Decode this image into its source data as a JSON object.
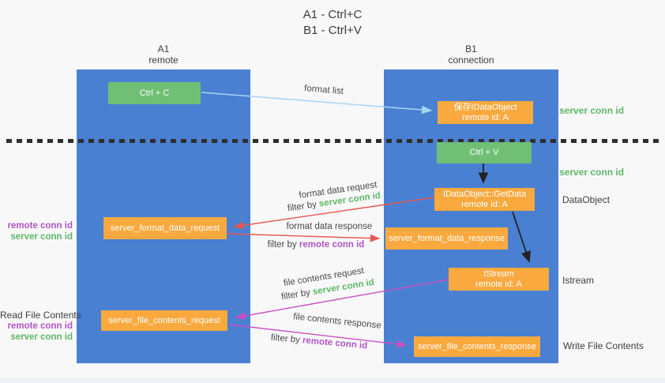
{
  "title": {
    "line1": "A1 - Ctrl+C",
    "line2": "B1 - Ctrl+V"
  },
  "lanes": {
    "left": {
      "title": "A1",
      "subtitle": "remote"
    },
    "right": {
      "title": "B1",
      "subtitle": "connection"
    }
  },
  "nodes": {
    "ctrl_c": {
      "label": "Ctrl + C"
    },
    "save_idataobject": {
      "line1": "保存IDataObject",
      "line2": "remote id: A"
    },
    "ctrl_v": {
      "label": "Ctrl + V"
    },
    "getdata": {
      "line1": "IDataObject::GetData",
      "line2": "remote id: A"
    },
    "format_request": {
      "label": "server_format_data_request"
    },
    "format_response": {
      "label": "server_format_data_response"
    },
    "istream": {
      "line1": "IStream",
      "line2": "remote id: A"
    },
    "file_request": {
      "label": "server_file_contents_request"
    },
    "file_response": {
      "label": "server_file_contents_response"
    }
  },
  "arrows": {
    "format_list": {
      "label": "format list"
    },
    "format_data_request": {
      "label": "format data request",
      "filter_prefix": "filter by ",
      "filter_key": "server conn id"
    },
    "format_data_response": {
      "label": "format data response",
      "filter_prefix": "filter by ",
      "filter_key": "remote conn id"
    },
    "file_contents_request": {
      "label": "file contents request",
      "filter_prefix": "filter by ",
      "filter_key": "server conn id"
    },
    "file_contents_response": {
      "label": "file contents response",
      "filter_prefix": "filter by ",
      "filter_key": "remote conn id"
    }
  },
  "side_labels": {
    "server_conn_id_save": "server conn id",
    "server_conn_id_ctrlv": "server conn id",
    "dataobject": "DataObject",
    "istream": "Istream",
    "write_file_contents": "Write File Contents",
    "read_file_contents": "Read File Contents",
    "left_mid": {
      "remote": "remote conn id",
      "server": "server conn id"
    },
    "left_bottom": {
      "remote": "remote conn id",
      "server": "server conn id"
    }
  },
  "colors": {
    "lane_blue": "#4a80d2",
    "box_green": "#70bf74",
    "box_orange": "#f9a93e",
    "arrow_blue": "#a6d5f2",
    "arrow_red": "#e8564e",
    "arrow_magenta": "#ca4fc1",
    "arrow_black": "#222222",
    "text_green": "#5eb867",
    "text_purple": "#b055c4"
  }
}
